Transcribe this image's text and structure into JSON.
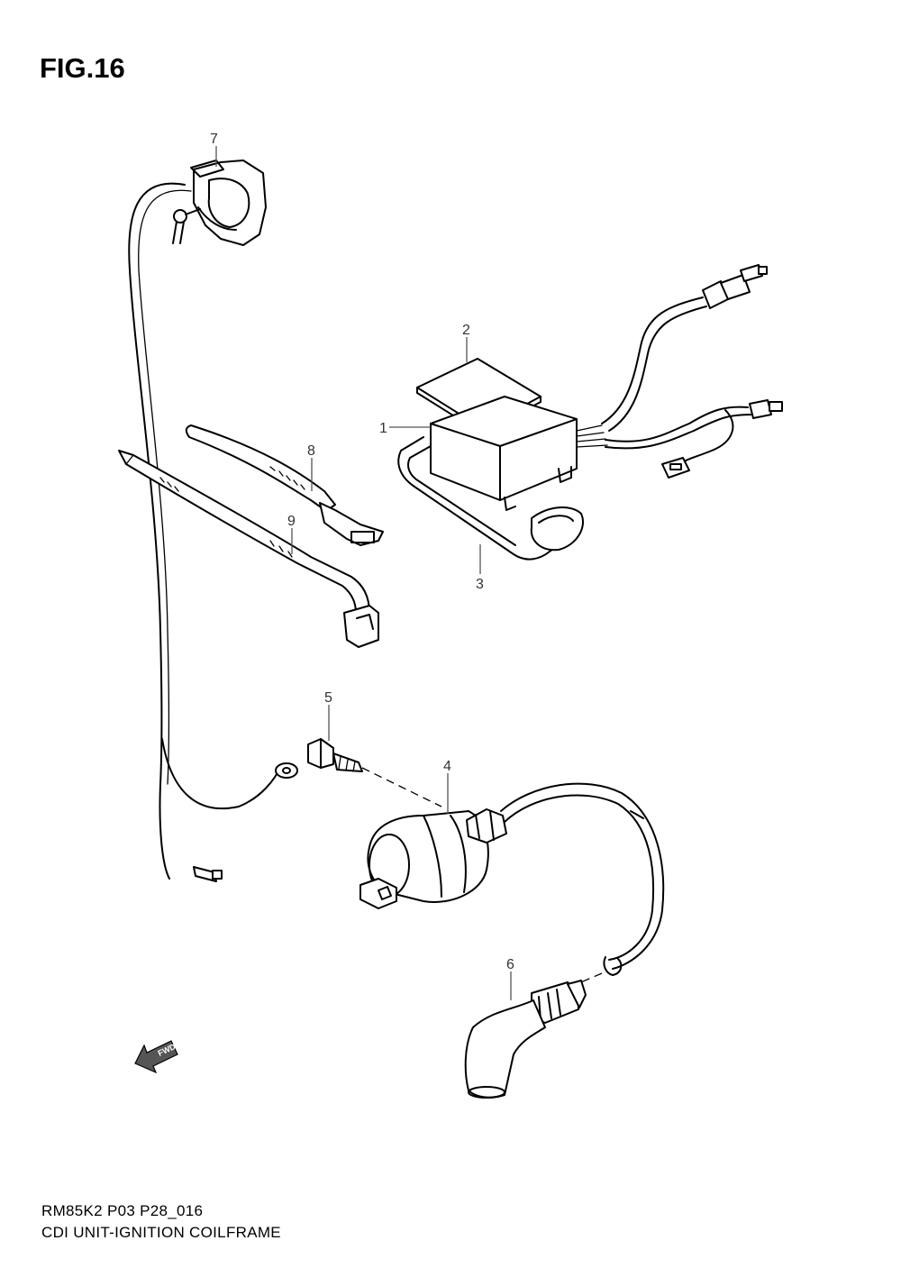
{
  "figure": {
    "title": "FIG.16"
  },
  "callouts": {
    "c1": "1",
    "c2": "2",
    "c3": "3",
    "c4": "4",
    "c5": "5",
    "c6": "6",
    "c7": "7",
    "c8": "8",
    "c9": "9"
  },
  "fwd_label": "FWD",
  "footer": {
    "code": "RM85K2 P03 P28_016",
    "caption": "CDI UNIT-IGNITION COILFRAME"
  }
}
